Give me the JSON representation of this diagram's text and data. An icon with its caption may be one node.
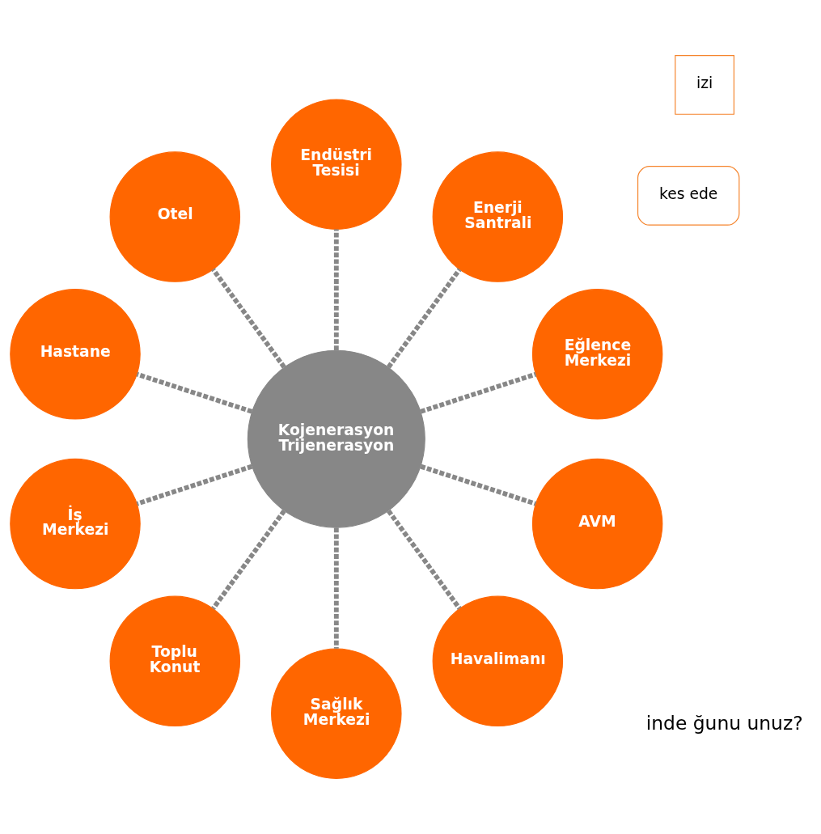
{
  "diagram": {
    "nodes": [
      {
        "text": [
          "Kojenerasyon Trijenerasyon"
        ]
      },
      {
        "text": [
          "Eğlence Merkezi"
        ]
      },
      {
        "text": [
          "Enerji Santrali"
        ]
      },
      {
        "text": [
          "Endüstri Tesisi"
        ]
      },
      {
        "text": [
          "Otel"
        ]
      },
      {
        "text": [
          "Hastane"
        ]
      },
      {
        "text": [
          "İş Merkezi"
        ]
      },
      {
        "text": [
          "Toplu Konut"
        ]
      },
      {
        "text": [
          "Sağlık Merkezi"
        ]
      },
      {
        "text": [
          "Havalimanı"
        ]
      },
      {
        "text": [
          "AVM"
        ]
      },
      {
        "text": [
          "izi"
        ]
      },
      {
        "text": [
          "kes ede"
        ]
      }
    ],
    "edges": [
      {
        "from": 0,
        "to": 1,
        "arrow": "none",
        "style": "dashed"
      },
      {
        "from": 0,
        "to": 2,
        "arrow": "none",
        "style": "dashed"
      },
      {
        "from": 0,
        "to": 3,
        "arrow": "none",
        "style": "dashed"
      },
      {
        "from": 0,
        "to": 4,
        "arrow": "none",
        "style": "dashed"
      },
      {
        "from": 0,
        "to": 5,
        "arrow": "none",
        "style": "dashed"
      },
      {
        "from": 0,
        "to": 6,
        "arrow": "none",
        "style": "dashed"
      },
      {
        "from": 0,
        "to": 7,
        "arrow": "none",
        "style": "dashed"
      },
      {
        "from": 0,
        "to": 8,
        "arrow": "none",
        "style": "dashed"
      },
      {
        "from": 0,
        "to": 9,
        "arrow": "none",
        "style": "dashed"
      },
      {
        "from": 0,
        "to": 10,
        "arrow": "none",
        "style": "dashed"
      }
    ],
    "labels": [
      "inde ğunu unuz?"
    ]
  }
}
